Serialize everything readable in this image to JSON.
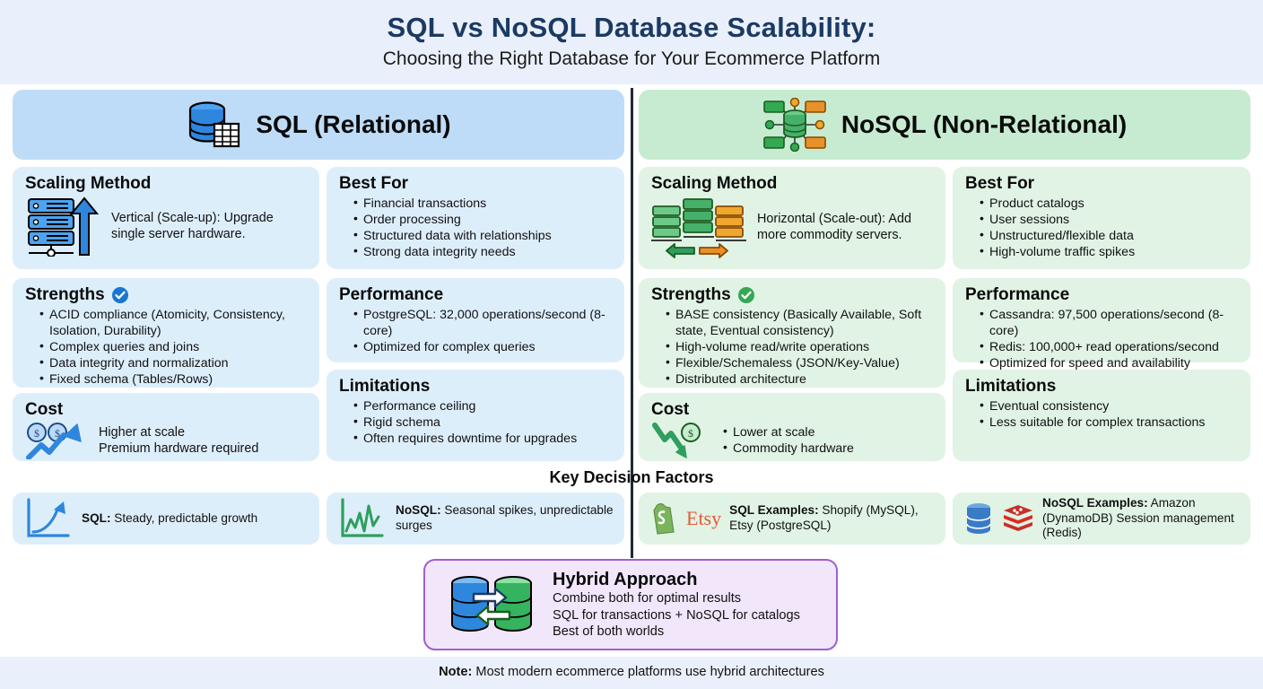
{
  "header": {
    "title": "SQL vs NoSQL Database Scalability:",
    "subtitle": "Choosing the Right Database for Your Ecommerce Platform",
    "title_color": "#1b3a63"
  },
  "columns": {
    "sql": {
      "heading": "SQL (Relational)",
      "accent": "#2f86dd",
      "panel_bg": "#ddeefb",
      "header_bg": "#bedcf7",
      "scaling": {
        "title": "Scaling Method",
        "text": "Vertical (Scale-up): Upgrade single server hardware."
      },
      "best_for": {
        "title": "Best For",
        "items": [
          "Financial transactions",
          "Order processing",
          "Structured data with relationships",
          "Strong data integrity needs"
        ]
      },
      "strengths": {
        "title": "Strengths",
        "items": [
          "ACID compliance (Atomicity, Consistency, Isolation, Durability)",
          "Complex queries and joins",
          "Data integrity and normalization",
          "Fixed schema (Tables/Rows)"
        ]
      },
      "performance": {
        "title": "Performance",
        "items": [
          "PostgreSQL: 32,000 operations/second (8-core)",
          "Optimized for complex queries"
        ]
      },
      "cost": {
        "title": "Cost",
        "lines": [
          "Higher at scale",
          "Premium hardware required"
        ]
      },
      "limitations": {
        "title": "Limitations",
        "items": [
          "Performance ceiling",
          "Rigid schema",
          "Often requires downtime for upgrades"
        ]
      }
    },
    "nosql": {
      "heading": "NoSQL (Non-Relational)",
      "accent": "#34a853",
      "panel_bg": "#e0f3e4",
      "header_bg": "#c6ebd0",
      "scaling": {
        "title": "Scaling Method",
        "text": "Horizontal (Scale-out): Add more commodity servers."
      },
      "best_for": {
        "title": "Best For",
        "items": [
          "Product catalogs",
          "User sessions",
          "Unstructured/flexible data",
          "High-volume traffic spikes"
        ]
      },
      "strengths": {
        "title": "Strengths",
        "items": [
          "BASE consistency (Basically Available, Soft state, Eventual consistency)",
          "High-volume read/write operations",
          "Flexible/Schemaless (JSON/Key-Value)",
          "Distributed architecture"
        ]
      },
      "performance": {
        "title": "Performance",
        "items": [
          "Cassandra: 97,500 operations/second (8-core)",
          "Redis: 100,000+ read operations/second",
          "Optimized for speed and availability"
        ]
      },
      "cost": {
        "title": "Cost",
        "items": [
          "Lower at scale",
          "Commodity hardware"
        ]
      },
      "limitations": {
        "title": "Limitations",
        "items": [
          "Eventual consistency",
          "Less suitable for complex transactions"
        ]
      }
    }
  },
  "key_factors": {
    "title": "Key Decision Factors",
    "cards": [
      {
        "label": "SQL:",
        "text": "Steady, predictable growth"
      },
      {
        "label": "NoSQL:",
        "text": "Seasonal spikes, unpredictable surges"
      },
      {
        "label": "SQL Examples:",
        "text": "Shopify (MySQL), Etsy (PostgreSQL)"
      },
      {
        "label": "NoSQL Examples:",
        "text": "Amazon (DynamoDB) Session management (Redis)"
      }
    ]
  },
  "hybrid": {
    "title": "Hybrid Approach",
    "lines": [
      "Combine both for optimal results",
      "SQL for transactions + NoSQL for catalogs",
      "Best of both worlds"
    ],
    "border_color": "#9f5fd0",
    "bg": "#f2e6fb"
  },
  "footer": {
    "label": "Note:",
    "text": " Most modern ecommerce platforms use hybrid architectures"
  }
}
